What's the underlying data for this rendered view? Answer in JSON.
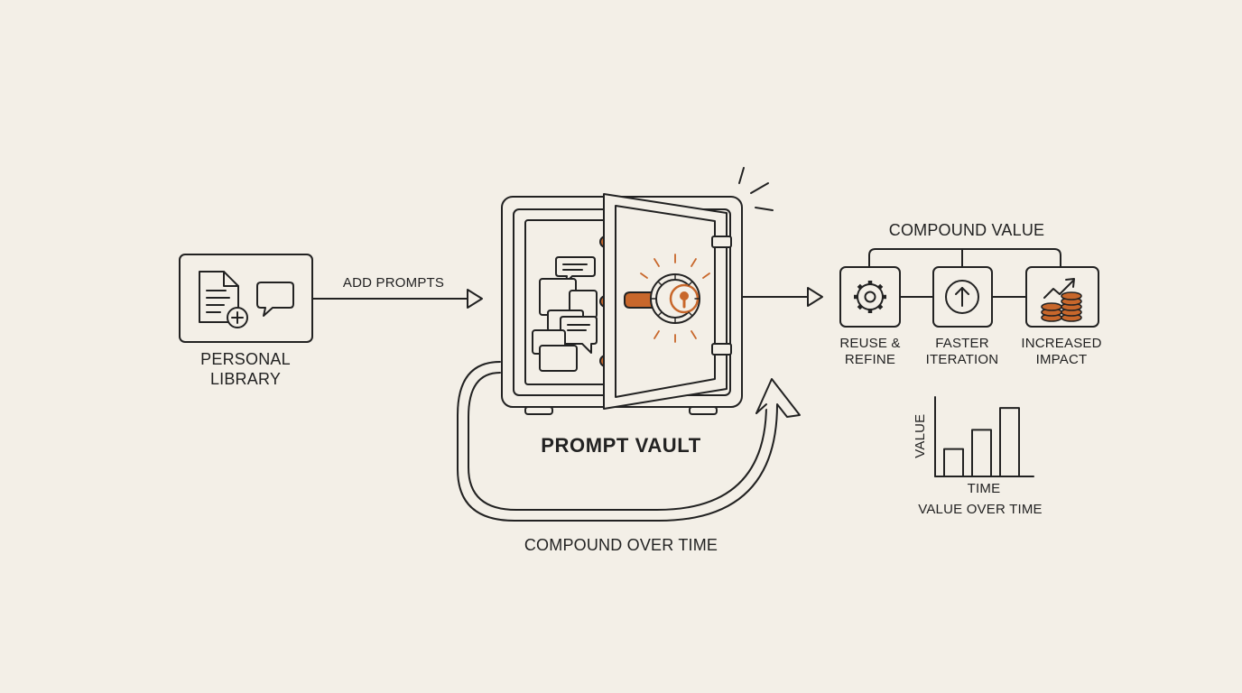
{
  "colors": {
    "background": "#f3efe7",
    "stroke": "#222222",
    "accent": "#c8672b"
  },
  "nodes": {
    "personal_library": {
      "line1": "PERSONAL",
      "line2": "LIBRARY",
      "icons": [
        "document-plus-icon",
        "speech-bubble-icon"
      ]
    },
    "prompt_vault": {
      "label": "PROMPT VAULT",
      "icons": [
        "open-safe-icon",
        "combination-dial-icon"
      ]
    }
  },
  "edges": {
    "add_prompts": "ADD PROMPTS",
    "compound_over_time": "COMPOUND OVER TIME"
  },
  "compound_value": {
    "title": "COMPOUND VALUE",
    "items": [
      {
        "line1": "REUSE &",
        "line2": "REFINE",
        "icon": "gear-icon"
      },
      {
        "line1": "FASTER",
        "line2": "ITERATION",
        "icon": "arrow-up-circle-icon"
      },
      {
        "line1": "INCREASED",
        "line2": "IMPACT",
        "icon": "coins-growth-icon"
      }
    ]
  },
  "chart_data": {
    "type": "bar",
    "title": "VALUE OVER TIME",
    "xlabel": "TIME",
    "ylabel": "VALUE",
    "categories": [
      "",
      "",
      ""
    ],
    "values": [
      1,
      1.7,
      2.5
    ],
    "ylim": [
      0,
      2.9
    ],
    "grid": false
  }
}
